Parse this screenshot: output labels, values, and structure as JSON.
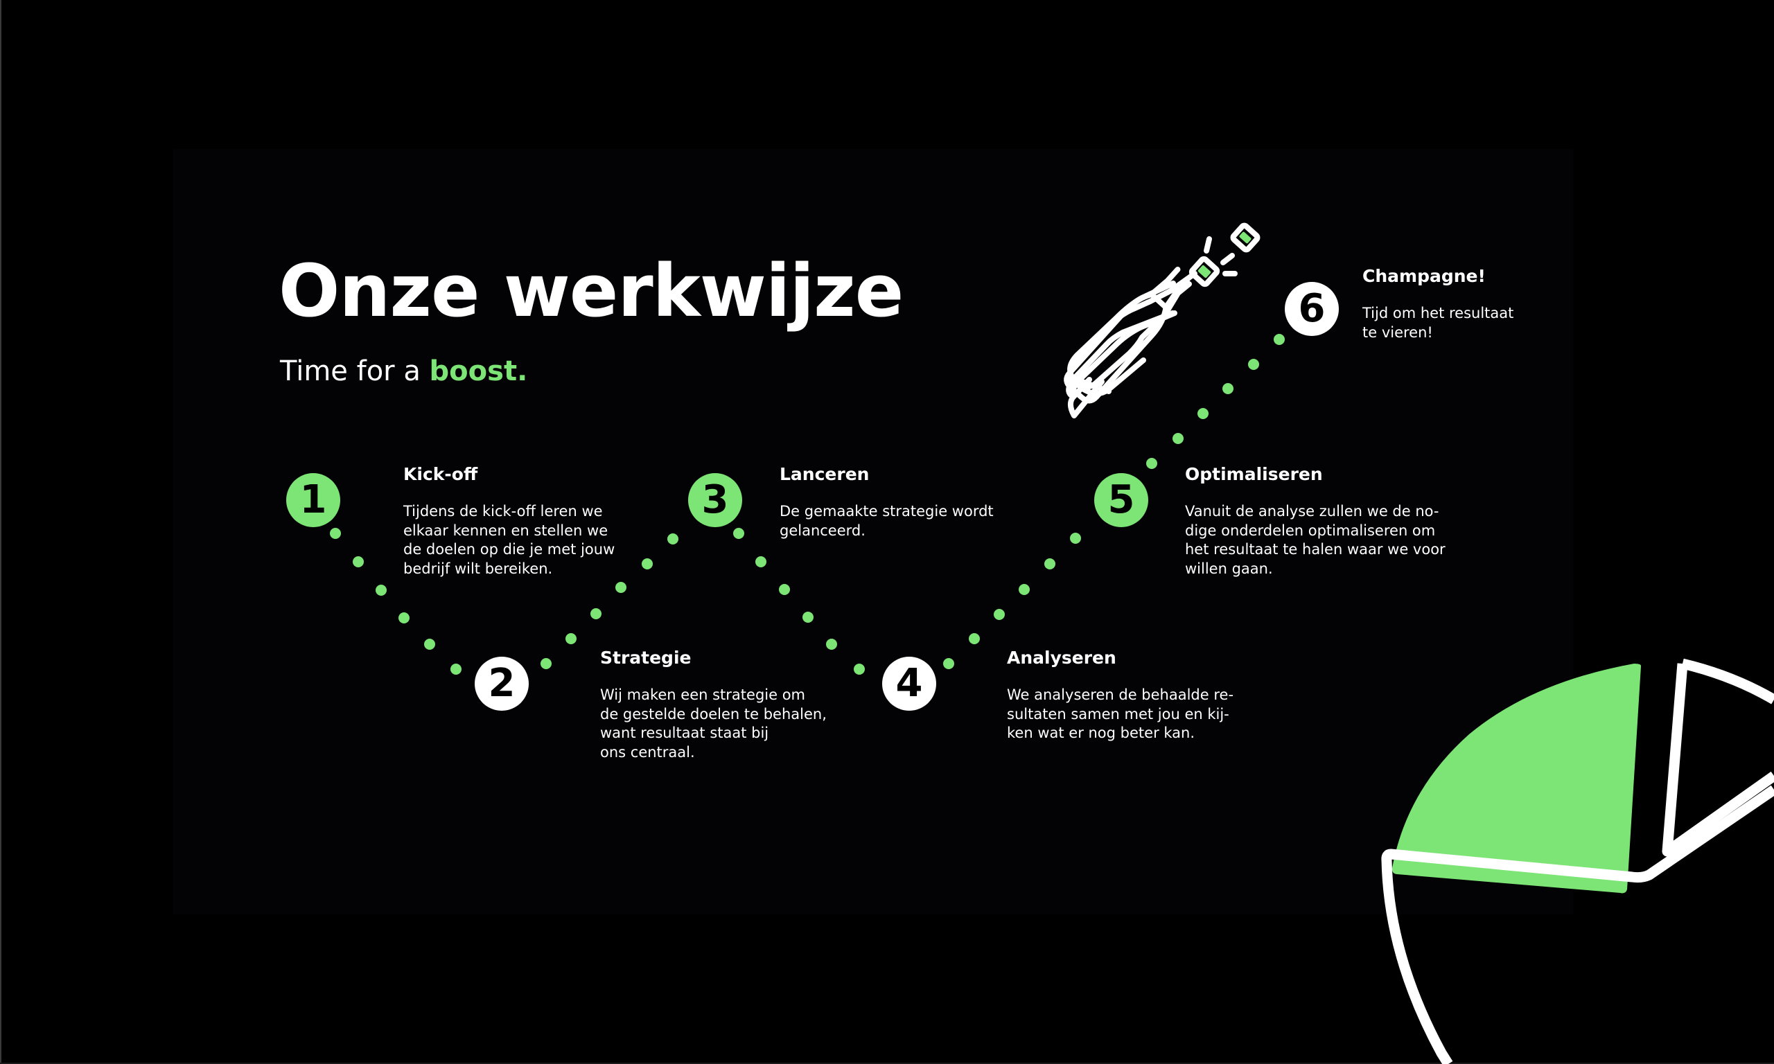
{
  "slide": {
    "title": "Onze werkwijze",
    "subtitle_prefix": "Time for a ",
    "subtitle_accent": "boost."
  },
  "colors": {
    "background": "#000000",
    "accent_green": "#7ce576",
    "text": "#ffffff"
  },
  "steps": [
    {
      "number": "1",
      "circle_style": "green",
      "heading": "Kick-off",
      "body": "Tijdens de kick-off leren we\nelkaar kennen en stellen we\nde doelen op die je met jouw\nbedrijf wilt bereiken."
    },
    {
      "number": "2",
      "circle_style": "white",
      "heading": "Strategie",
      "body": "Wij maken een strategie om\nde gestelde doelen te behalen,\nwant resultaat staat bij\n ons centraal."
    },
    {
      "number": "3",
      "circle_style": "green",
      "heading": "Lanceren",
      "body": "De gemaakte strategie wordt\ngelanceerd."
    },
    {
      "number": "4",
      "circle_style": "white",
      "heading": "Analyseren",
      "body": "We analyseren de behaalde re-\nsultaten samen met jou en kij-\nken wat er nog beter kan."
    },
    {
      "number": "5",
      "circle_style": "green",
      "heading": "Optimaliseren",
      "body": "Vanuit de analyse zullen we de no-\ndige onderdelen optimaliseren om\nhet resultaat te halen waar we voor\nwillen gaan."
    },
    {
      "number": "6",
      "circle_style": "white",
      "heading": "Champagne!",
      "body": "Tijd om het resultaat\nte vieren!"
    }
  ],
  "icons": {
    "bottle": "champagne-bottle-icon",
    "pie": "pie-chart-icon"
  }
}
